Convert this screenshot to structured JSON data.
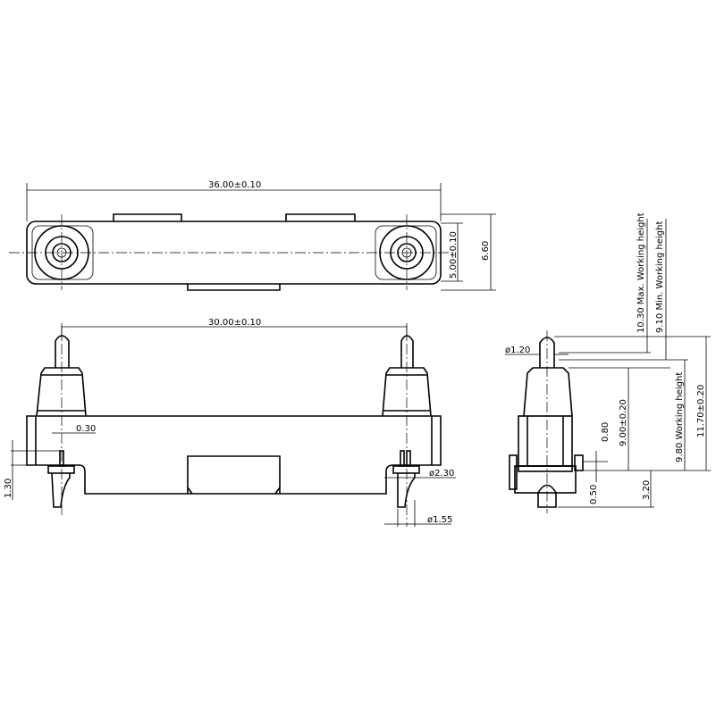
{
  "top_view": {
    "overall_length": "36.00±0.10",
    "width_inner": "5.00±0.10",
    "width_overall": "6.60"
  },
  "front_view": {
    "pitch": "30.00±0.10",
    "slot_width": "0.30",
    "tail_height": "1.30",
    "pin_dia_large": "ø2.30",
    "pin_dia_small": "ø1.55"
  },
  "side_view": {
    "plunger_dia": "ø1.20",
    "max_working": "10.30 Max. Working height",
    "min_working": "9.10 Min. Working height",
    "body_height": "9.00±0.20",
    "working_height": "9.80 Working height",
    "total_height": "11.70±0.20",
    "step": "0.80",
    "base": "0.50",
    "tail": "3.20"
  }
}
